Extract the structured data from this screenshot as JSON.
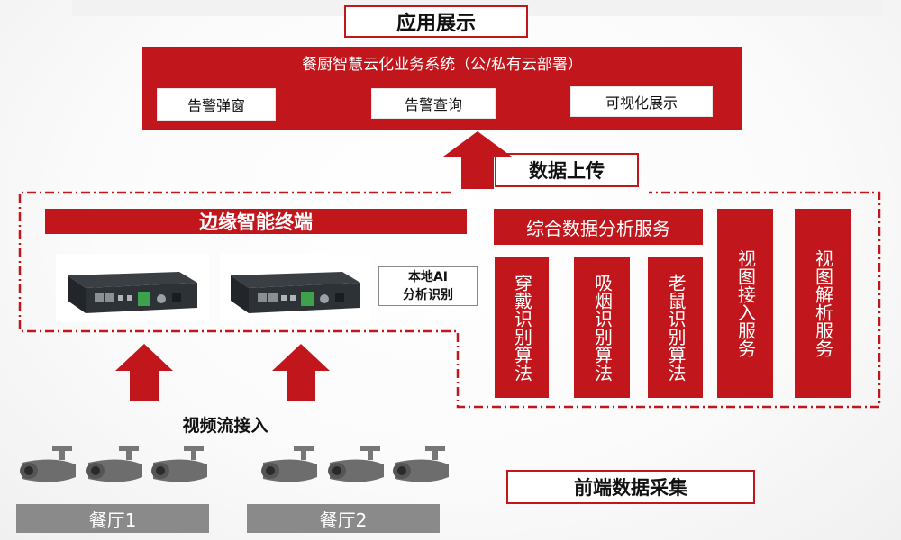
{
  "app_layer": {
    "title": "应用展示",
    "banner_title": "餐厨智慧云化业务系统（公/私有云部署）",
    "modules": [
      "告警弹窗",
      "告警查询",
      "可视化展示"
    ]
  },
  "upload_label": "数据上传",
  "edge": {
    "title": "边缘智能终端",
    "local_ai_line1": "本地AI",
    "local_ai_line2": "分析识别"
  },
  "services": {
    "analysis_title": "综合数据分析服务",
    "algorithms": [
      "穿戴识别算法",
      "吸烟识别算法",
      "老鼠识别算法"
    ],
    "view_access": "视图接入服务",
    "view_parse": "视图解析服务"
  },
  "video_label": "视频流接入",
  "frontend_label": "前端数据采集",
  "restaurants": [
    "餐厅1",
    "餐厅2"
  ],
  "colors": {
    "brand_red": "#c0161c",
    "gray": "#8a8a8a"
  }
}
